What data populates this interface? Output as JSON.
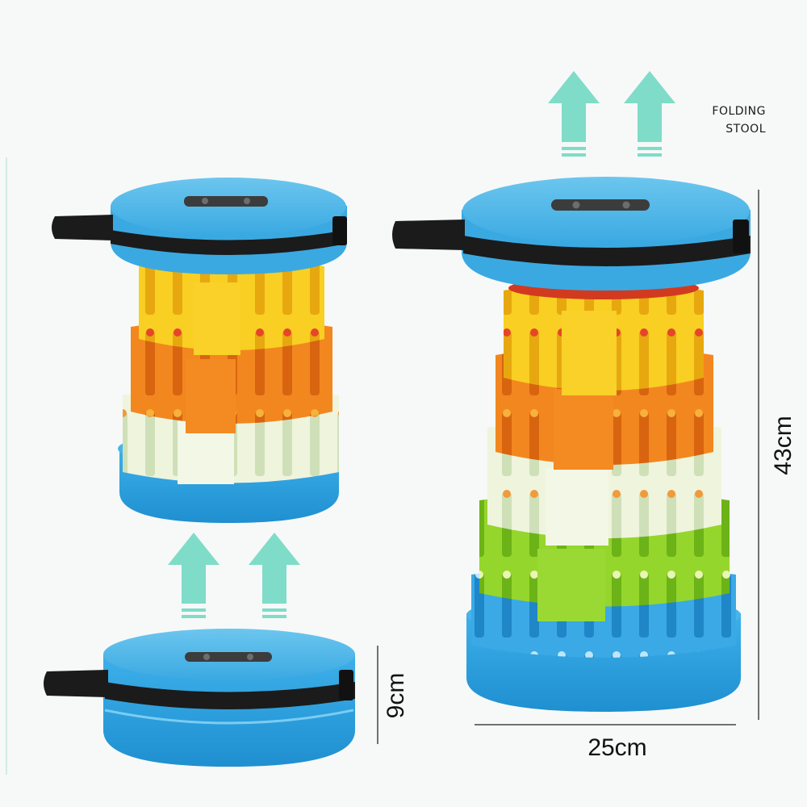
{
  "caption": {
    "line1": "FOLDING",
    "line2": "STOOL"
  },
  "dimensions": {
    "folded_height": "9cm",
    "expanded_height": "43cm",
    "diameter": "25cm"
  },
  "colors": {
    "background": "#f6f9f8",
    "arrow": "#7fdcc8",
    "seat": "#4ab4e6",
    "base": "#2ea3e0",
    "strap": "#1b1b1b",
    "yellow": "#f6c619",
    "orange": "#f07d1b",
    "cream": "#eef2dc",
    "lime": "#8fd12a",
    "blue_ring": "#36a8e6"
  },
  "icons": [
    "up-arrow-icon"
  ]
}
